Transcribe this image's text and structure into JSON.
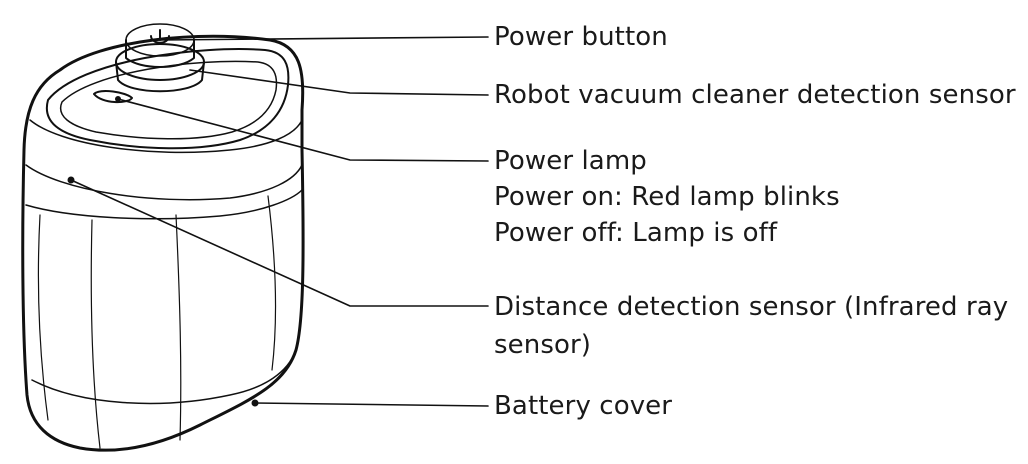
{
  "labels": {
    "power_button": "Power button",
    "detection_sensor": "Robot vacuum cleaner detection sensor",
    "power_lamp": "Power lamp",
    "power_on": "Power on: Red lamp blinks",
    "power_off": "Power off: Lamp is off",
    "distance_sensor_line1": "Distance detection sensor (Infrared ray",
    "distance_sensor_line2": "sensor)",
    "battery_cover": "Battery cover"
  }
}
